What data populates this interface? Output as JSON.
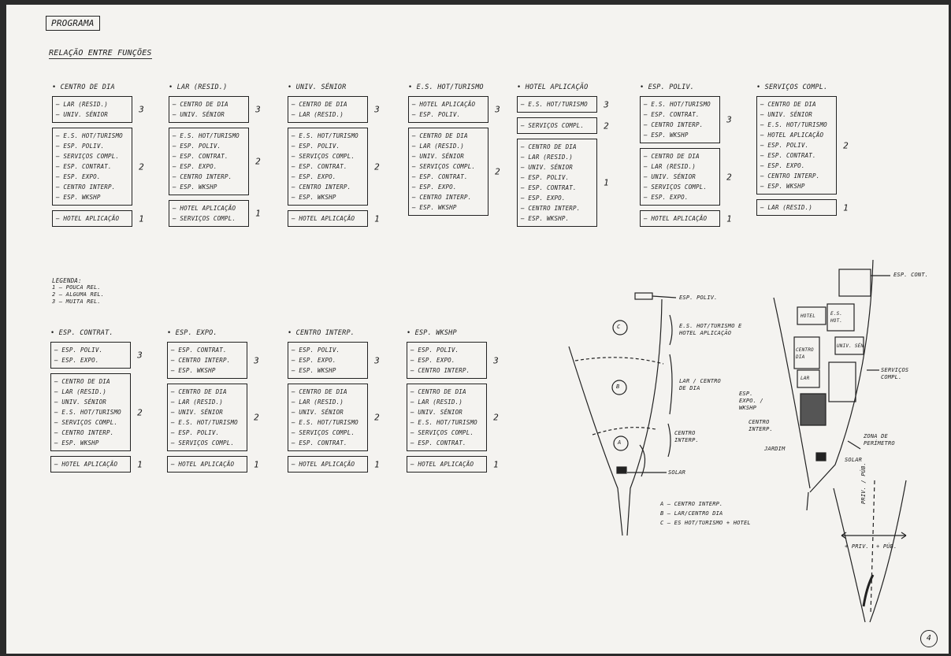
{
  "title": "PROGRAMA",
  "subtitle": "RELAÇÃO ENTRE FUNÇÕES",
  "blocks_top": [
    {
      "head": "• CENTRO DE DIA",
      "groups": [
        {
          "items": [
            "— LAR (RESID.)",
            "— UNIV. SÉNIOR"
          ],
          "rank": "3"
        },
        {
          "items": [
            "— E.S. HOT/TURISMO",
            "— ESP. POLIV.",
            "— SERVIÇOS COMPL.",
            "— ESP. CONTRAT.",
            "— ESP. EXPO.",
            "— CENTRO INTERP.",
            "— ESP. WKSHP"
          ],
          "rank": "2"
        },
        {
          "items": [
            "— HOTEL APLICAÇÃO"
          ],
          "rank": "1"
        }
      ]
    },
    {
      "head": "• LAR (RESID.)",
      "groups": [
        {
          "items": [
            "— CENTRO DE DIA",
            "— UNIV. SÉNIOR"
          ],
          "rank": "3"
        },
        {
          "items": [
            "— E.S. HOT/TURISMO",
            "— ESP. POLIV.",
            "— ESP. CONTRAT.",
            "— ESP. EXPO.",
            "— CENTRO INTERP.",
            "— ESP. WKSHP"
          ],
          "rank": "2"
        },
        {
          "items": [
            "— HOTEL APLICAÇÃO",
            "— SERVIÇOS COMPL."
          ],
          "rank": "1"
        }
      ]
    },
    {
      "head": "• UNIV. SÉNIOR",
      "groups": [
        {
          "items": [
            "— CENTRO DE DIA",
            "— LAR (RESID.)"
          ],
          "rank": "3"
        },
        {
          "items": [
            "— E.S. HOT/TURISMO",
            "— ESP. POLIV.",
            "— SERVIÇOS COMPL.",
            "— ESP. CONTRAT.",
            "— ESP. EXPO.",
            "— CENTRO INTERP.",
            "— ESP. WKSHP"
          ],
          "rank": "2"
        },
        {
          "items": [
            "— HOTEL APLICAÇÃO"
          ],
          "rank": "1"
        }
      ]
    },
    {
      "head": "• E.S. HOT/TURISMO",
      "groups": [
        {
          "items": [
            "— HOTEL APLICAÇÃO",
            "— ESP. POLIV."
          ],
          "rank": "3"
        },
        {
          "items": [
            "— CENTRO DE DIA",
            "— LAR (RESID.)",
            "— UNIV. SÉNIOR",
            "— SERVIÇOS COMPL.",
            "— ESP. CONTRAT.",
            "— ESP. EXPO.",
            "— CENTRO INTERP.",
            "— ESP. WKSHP"
          ],
          "rank": "2"
        }
      ]
    },
    {
      "head": "• HOTEL APLICAÇÃO",
      "groups": [
        {
          "items": [
            "— E.S. HOT/TURISMO"
          ],
          "rank": "3"
        },
        {
          "items": [
            "— SERVIÇOS COMPL."
          ],
          "rank": "2"
        },
        {
          "items": [
            "— CENTRO DE DIA",
            "— LAR (RESID.)",
            "— UNIV. SÉNIOR",
            "— ESP. POLIV.",
            "— ESP. CONTRAT.",
            "— ESP. EXPO.",
            "— CENTRO INTERP.",
            "— ESP. WKSHP."
          ],
          "rank": "1"
        }
      ]
    },
    {
      "head": "• ESP. POLIV.",
      "groups": [
        {
          "items": [
            "— E.S. HOT/TURISMO",
            "— ESP. CONTRAT.",
            "— CENTRO INTERP.",
            "— ESP. WKSHP"
          ],
          "rank": "3"
        },
        {
          "items": [
            "— CENTRO DE DIA",
            "— LAR (RESID.)",
            "— UNIV. SÉNIOR",
            "— SERVIÇOS COMPL.",
            "— ESP. EXPO."
          ],
          "rank": "2"
        },
        {
          "items": [
            "— HOTEL APLICAÇÃO"
          ],
          "rank": "1"
        }
      ]
    },
    {
      "head": "• SERVIÇOS COMPL.",
      "groups": [
        {
          "items": [
            "— CENTRO DE DIA",
            "— UNIV. SÉNIOR",
            "— E.S. HOT/TURISMO",
            "— HOTEL APLICAÇÃO",
            "— ESP. POLIV.",
            "— ESP. CONTRAT.",
            "— ESP. EXPO.",
            "— CENTRO INTERP.",
            "— ESP. WKSHP"
          ],
          "rank": "2"
        },
        {
          "items": [
            "— LAR (RESID.)"
          ],
          "rank": "1"
        }
      ]
    }
  ],
  "blocks_bottom": [
    {
      "head": "• ESP. CONTRAT.",
      "groups": [
        {
          "items": [
            "— ESP. POLIV.",
            "— ESP. EXPO."
          ],
          "rank": "3"
        },
        {
          "items": [
            "— CENTRO DE DIA",
            "— LAR (RESID.)",
            "— UNIV. SÉNIOR",
            "— E.S. HOT/TURISMO",
            "— SERVIÇOS COMPL.",
            "— CENTRO INTERP.",
            "— ESP. WKSHP"
          ],
          "rank": "2"
        },
        {
          "items": [
            "— HOTEL APLICAÇÃO"
          ],
          "rank": "1"
        }
      ]
    },
    {
      "head": "• ESP. EXPO.",
      "groups": [
        {
          "items": [
            "— ESP. CONTRAT.",
            "— CENTRO INTERP.",
            "— ESP. WKSHP"
          ],
          "rank": "3"
        },
        {
          "items": [
            "— CENTRO DE DIA",
            "— LAR (RESID.)",
            "— UNIV. SÉNIOR",
            "— E.S. HOT/TURISMO",
            "— ESP. POLIV.",
            "— SERVIÇOS COMPL."
          ],
          "rank": "2"
        },
        {
          "items": [
            "— HOTEL APLICAÇÃO"
          ],
          "rank": "1"
        }
      ]
    },
    {
      "head": "• CENTRO INTERP.",
      "groups": [
        {
          "items": [
            "— ESP. POLIV.",
            "— ESP. EXPO.",
            "— ESP. WKSHP"
          ],
          "rank": "3"
        },
        {
          "items": [
            "— CENTRO DE DIA",
            "— LAR (RESID.)",
            "— UNIV. SÉNIOR",
            "— E.S. HOT/TURISMO",
            "— SERVIÇOS COMPL.",
            "— ESP. CONTRAT."
          ],
          "rank": "2"
        },
        {
          "items": [
            "— HOTEL APLICAÇÃO"
          ],
          "rank": "1"
        }
      ]
    },
    {
      "head": "• ESP. WKSHP",
      "groups": [
        {
          "items": [
            "— ESP. POLIV.",
            "— ESP. EXPO.",
            "— CENTRO INTERP."
          ],
          "rank": "3"
        },
        {
          "items": [
            "— CENTRO DE DIA",
            "— LAR (RESID.)",
            "— UNIV. SÉNIOR",
            "— E.S. HOT/TURISMO",
            "— SERVIÇOS COMPL.",
            "— ESP. CONTRAT."
          ],
          "rank": "2"
        },
        {
          "items": [
            "— HOTEL APLICAÇÃO"
          ],
          "rank": "1"
        }
      ]
    }
  ],
  "legend": {
    "title": "LEGENDA:",
    "lines": [
      "1 — POUCA REL.",
      "2 — ALGUMA REL.",
      "3 — MUITA REL."
    ]
  },
  "sketch1": {
    "top_label": "ESP. POLIV.",
    "zone_c_label": "E.S. HOT/TURISMO E HOTEL APLICAÇÃO",
    "zone_b_label": "LAR / CENTRO DE DIA",
    "zone_a_label": "CENTRO INTERP.",
    "solar_label": "SOLAR",
    "zone_c": "C",
    "zone_b": "B",
    "zone_a": "A",
    "key": [
      "A — CENTRO INTERP.",
      "B — LAR/CENTRO DIA",
      "C — ES HOT/TURISMO + HOTEL"
    ]
  },
  "sketch2": {
    "top_label": "ESP. CONT.",
    "hotel": "HOTEL",
    "es_hot": "E.S. HOT.",
    "univ_sen": "UNIV. SÉN.",
    "centro_dia": "CENTRO DIA",
    "lar": "LAR",
    "esp_expo": "ESP. EXPO. / WKSHP",
    "centro_interp": "CENTRO INTERP.",
    "serv_compl": "SERVIÇOS COMPL.",
    "jardim": "JARDIM",
    "zona_perimetro": "ZONA DE PERÍMETRO",
    "solar": "SOLAR"
  },
  "sketch3": {
    "label_priv": "PRIV. / PÚB.",
    "label_left": "+ PRIV.",
    "label_right": "+ PÚB."
  },
  "page_number": "4"
}
